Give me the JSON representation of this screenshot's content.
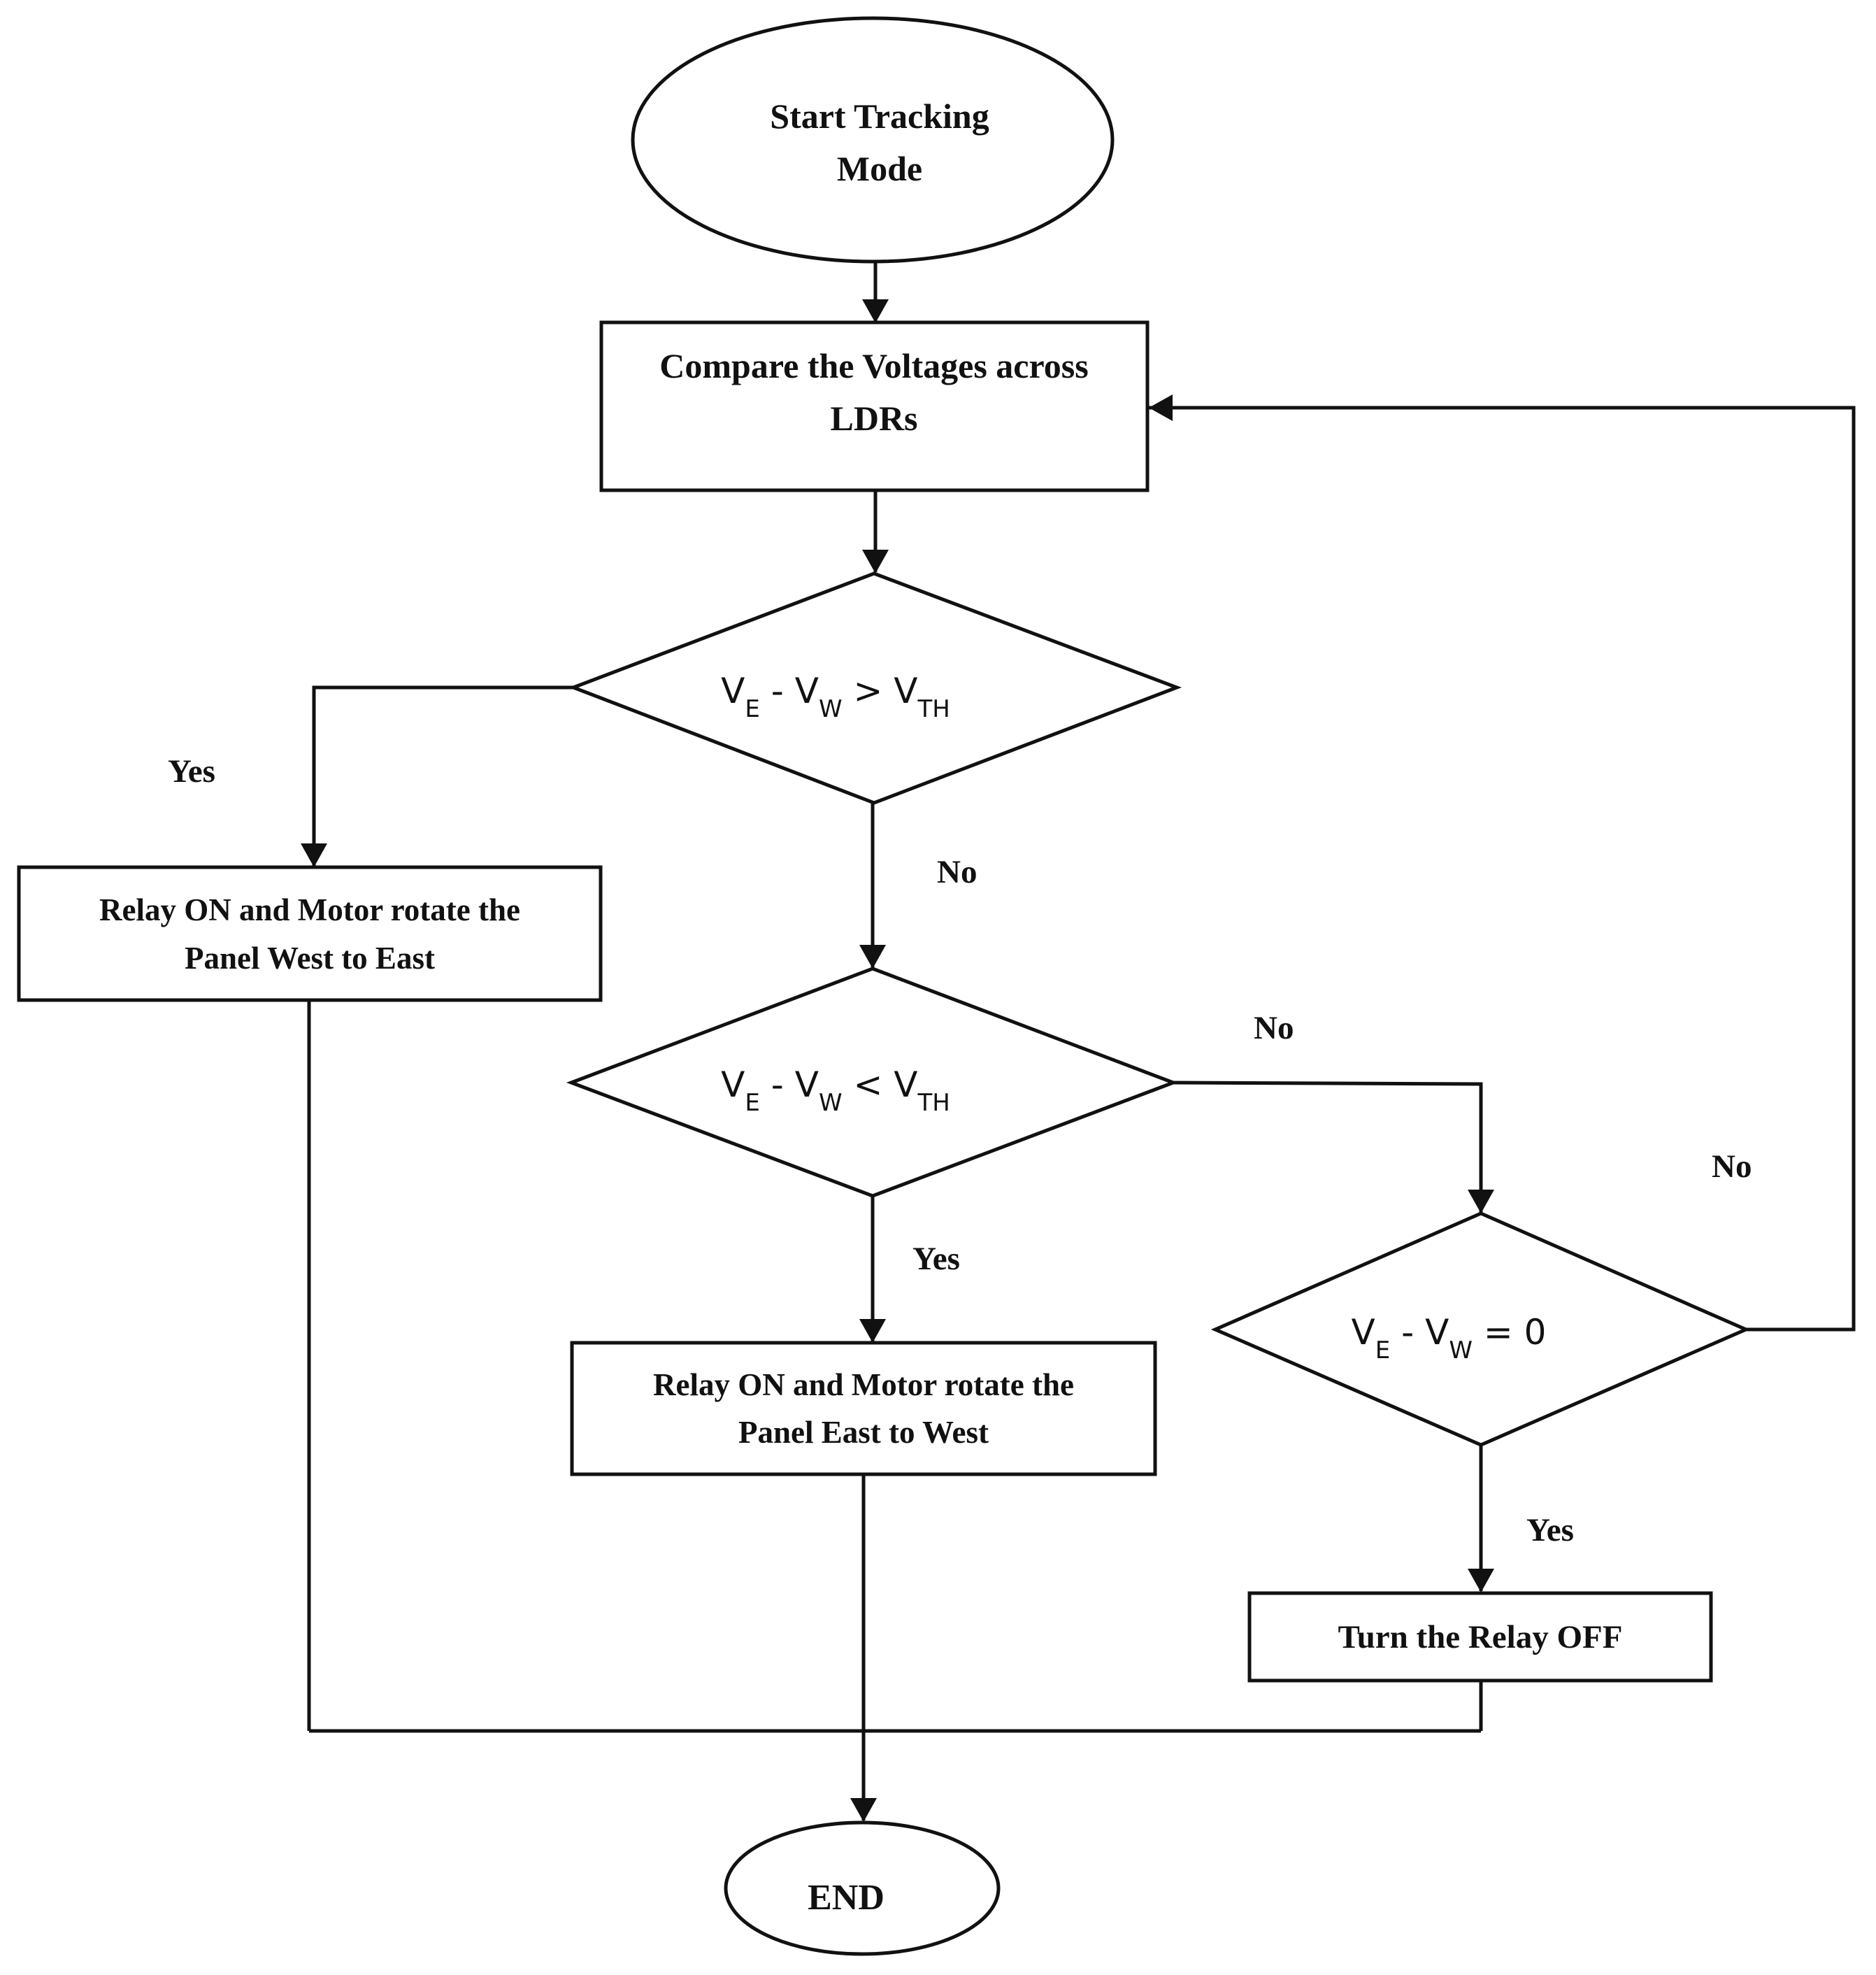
{
  "nodes": {
    "start": {
      "line1": "Start Tracking",
      "line2": "Mode"
    },
    "compare": {
      "line1": "Compare the Voltages across",
      "line2": "LDRs"
    },
    "decision1": {
      "v1": "V",
      "s1": "E",
      "op1": " - ",
      "v2": "V",
      "s2": "W",
      "op2": " > ",
      "v3": "V",
      "s3": "TH"
    },
    "relay_we": {
      "line1": "Relay ON and Motor rotate the",
      "line2": "Panel West to East"
    },
    "decision2": {
      "v1": "V",
      "s1": "E",
      "op1": " - ",
      "v2": "V",
      "s2": "W",
      "op2": " < ",
      "v3": "V",
      "s3": "TH"
    },
    "relay_ew": {
      "line1": "Relay ON and Motor rotate the",
      "line2": "Panel East to West"
    },
    "decision3": {
      "v1": "V",
      "s1": "E",
      "op1": " - ",
      "v2": "V",
      "s2": "W",
      "op2": " = 0"
    },
    "relay_off": {
      "label": "Turn the Relay OFF"
    },
    "end": {
      "label": "END"
    }
  },
  "edge_labels": {
    "d1_yes": "Yes",
    "d1_no": "No",
    "d2_no": "No",
    "d2_yes": "Yes",
    "d3_no": "No",
    "d3_yes": "Yes"
  }
}
